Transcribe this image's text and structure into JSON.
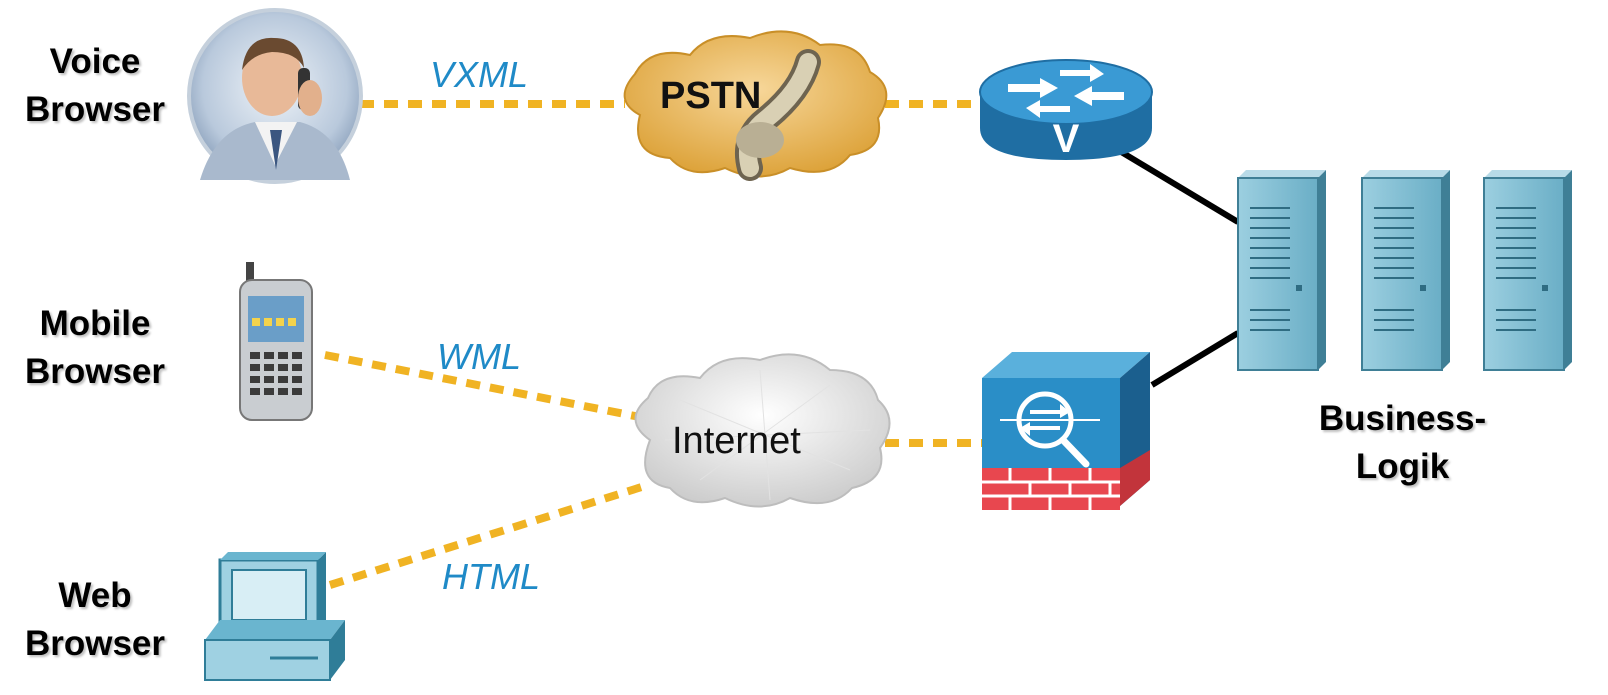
{
  "clients": {
    "voice": {
      "line1": "Voice",
      "line2": "Browser"
    },
    "mobile": {
      "line1": "Mobile",
      "line2": "Browser"
    },
    "web": {
      "line1": "Web",
      "line2": "Browser"
    }
  },
  "protocols": {
    "vxml": "VXML",
    "wml": "WML",
    "html": "HTML"
  },
  "networks": {
    "pstn": "PSTN",
    "internet": "Internet"
  },
  "business": {
    "line1": "Business-",
    "line2": "Logik"
  },
  "colors": {
    "link": "#f0b323",
    "protocol": "#1f8ac7",
    "router": "#2b8fc7",
    "firewall": "#e8474f",
    "server": "#6ab0c7"
  }
}
